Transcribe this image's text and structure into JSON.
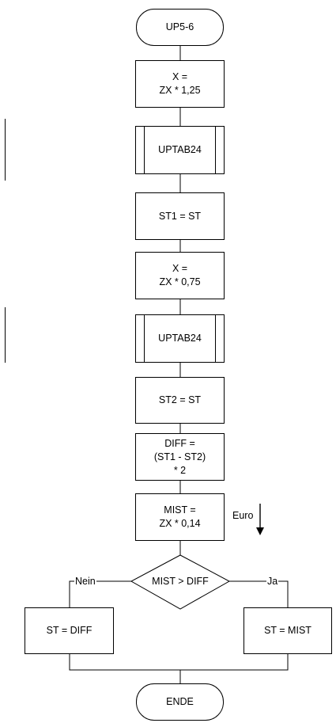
{
  "nodes": {
    "start": "UP5-6",
    "step1": "X =\nZX * 1,25",
    "sub1": "UPTAB24",
    "step2": "ST1 = ST",
    "step3": "X =\nZX * 0,75",
    "sub2": "UPTAB24",
    "step4": "ST2 = ST",
    "step5": "DIFF =\n(ST1 - ST2)\n* 2",
    "step6": "MIST =\nZX * 0,14",
    "decision": "MIST > DIFF",
    "no_branch": "ST = DIFF",
    "yes_branch": "ST = MIST",
    "end": "ENDE"
  },
  "labels": {
    "no": "Nein",
    "yes": "Ja",
    "unit": "Euro"
  }
}
